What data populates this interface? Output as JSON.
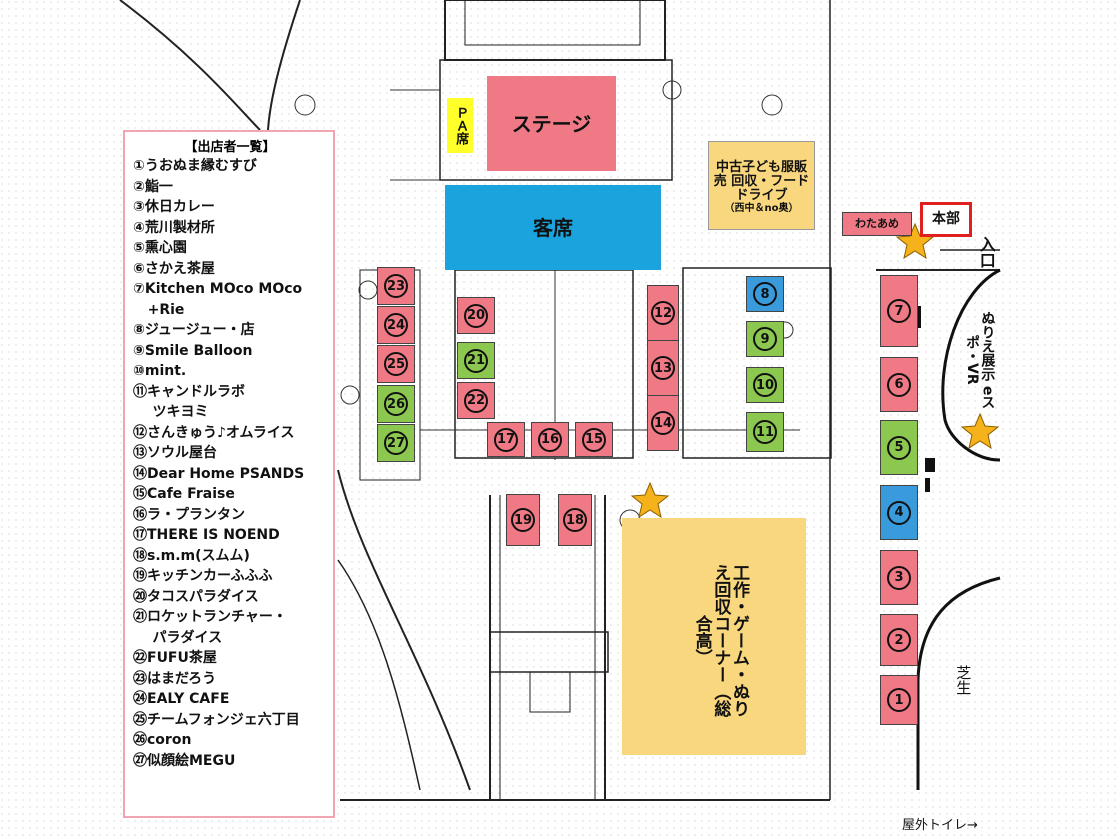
{
  "map": {
    "stage_label": "ステージ",
    "pa_label": "ＰＡ席",
    "audience_label": "客席",
    "hq_label": "本部",
    "cotton_candy_label": "わたあめ",
    "entrance_label": "入口",
    "kids_clothes_label": "中古子ども服販売 回収・フードドライブ",
    "kids_clothes_sub": "（西中＆no奥）",
    "craft_label": "工作・ゲーム・ぬりえ回収コーナー（総合高）",
    "esports_label": "ぬりえ展示 eスポ・VR",
    "lawn_label": "芝生",
    "toilet_label": "屋外トイレ→",
    "colors": {
      "red": "#ef7a86",
      "green": "#8cc850",
      "blue": "#3a9bdc",
      "yellow": "#f9d77e",
      "hq_border": "#e0201f"
    }
  },
  "stalls": [
    {
      "n": "①",
      "color": "red"
    },
    {
      "n": "②",
      "color": "red"
    },
    {
      "n": "③",
      "color": "red"
    },
    {
      "n": "④",
      "color": "blue"
    },
    {
      "n": "⑤",
      "color": "green"
    },
    {
      "n": "⑥",
      "color": "red"
    },
    {
      "n": "⑦",
      "color": "red"
    },
    {
      "n": "⑧",
      "color": "blue"
    },
    {
      "n": "⑨",
      "color": "green"
    },
    {
      "n": "⑩",
      "color": "green"
    },
    {
      "n": "⑪",
      "color": "green"
    },
    {
      "n": "⑫",
      "color": "red"
    },
    {
      "n": "⑬",
      "color": "red"
    },
    {
      "n": "⑭",
      "color": "red"
    },
    {
      "n": "⑮",
      "color": "red"
    },
    {
      "n": "⑯",
      "color": "red"
    },
    {
      "n": "⑰",
      "color": "red"
    },
    {
      "n": "⑱",
      "color": "red"
    },
    {
      "n": "⑲",
      "color": "red"
    },
    {
      "n": "⑳",
      "color": "red"
    },
    {
      "n": "㉑",
      "color": "green"
    },
    {
      "n": "㉒",
      "color": "red"
    },
    {
      "n": "㉓",
      "color": "red"
    },
    {
      "n": "㉔",
      "color": "red"
    },
    {
      "n": "㉕",
      "color": "red"
    },
    {
      "n": "㉖",
      "color": "green"
    },
    {
      "n": "㉗",
      "color": "green"
    }
  ],
  "legend": {
    "title": "【出店者一覧】",
    "items": [
      "①うおぬま縁むすび",
      "②鮨一",
      "③休日カレー",
      "④荒川製材所",
      "⑤熏心園",
      "⑥さかえ茶屋",
      "⑦Kitchen MOco MOco",
      "   +Rie",
      "⑧ジュージュー・店",
      "⑨Smile Balloon",
      "⑩mint.",
      "⑪キャンドルラボ",
      "    ツキヨミ",
      "⑫さんきゅう♪オムライス",
      "⑬ソウル屋台",
      "⑭Dear Home PSANDS",
      "⑮Cafe Fraise",
      "⑯ラ・プランタン",
      "⑰THERE IS NOEND",
      "⑱s.m.m(スムム)",
      "⑲キッチンカーふふふ",
      "⑳タコスパラダイス",
      "㉑ロケットランチャー・",
      "    パラダイス",
      "㉒FUFU茶屋",
      "㉓はまだろう",
      "㉔EALY CAFE",
      "㉕チームフォンジェ六丁目",
      "㉖coron",
      "㉗似顔絵MEGU"
    ]
  }
}
